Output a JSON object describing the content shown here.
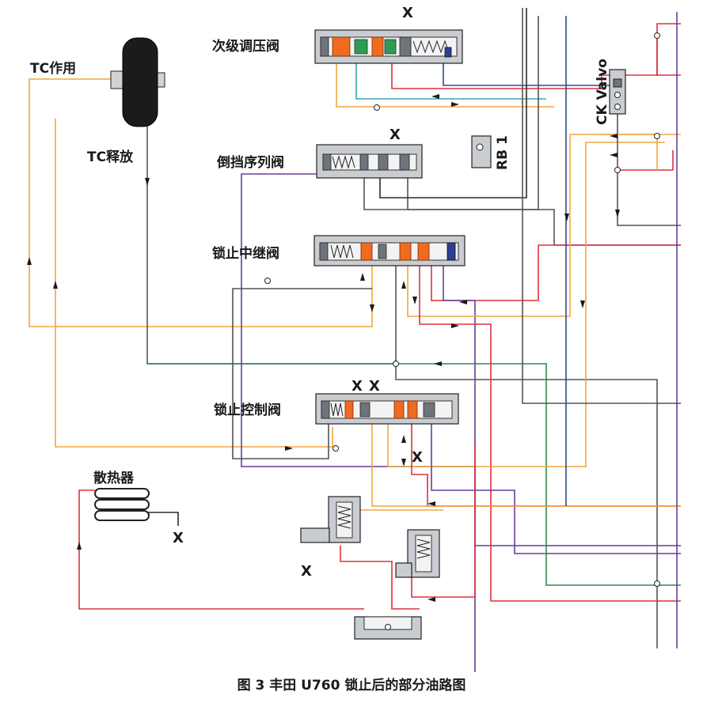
{
  "diagram": {
    "labels": {
      "tc_apply": "TC作用",
      "tc_release": "TC释放",
      "secondary_regulator": "次级调压阀",
      "reverse_sequence": "倒挡序列阀",
      "lockup_relay": "锁止中继阀",
      "lockup_control": "锁止控制阀",
      "cooler": "散热器",
      "check_valve": "CK Valvo",
      "orifice": "RB 1"
    },
    "exhaust_mark": "X",
    "caption": "图 3  丰田 U760 锁止后的部分油路图"
  },
  "colors": {
    "orange_line": "#f0a640",
    "red_line": "#e0303c",
    "green_line": "#2f8a4a",
    "blue_line": "#2a4d8f",
    "purple_line": "#6a3d9a",
    "gray_line": "#555555",
    "orange_land": "#f06a20"
  }
}
